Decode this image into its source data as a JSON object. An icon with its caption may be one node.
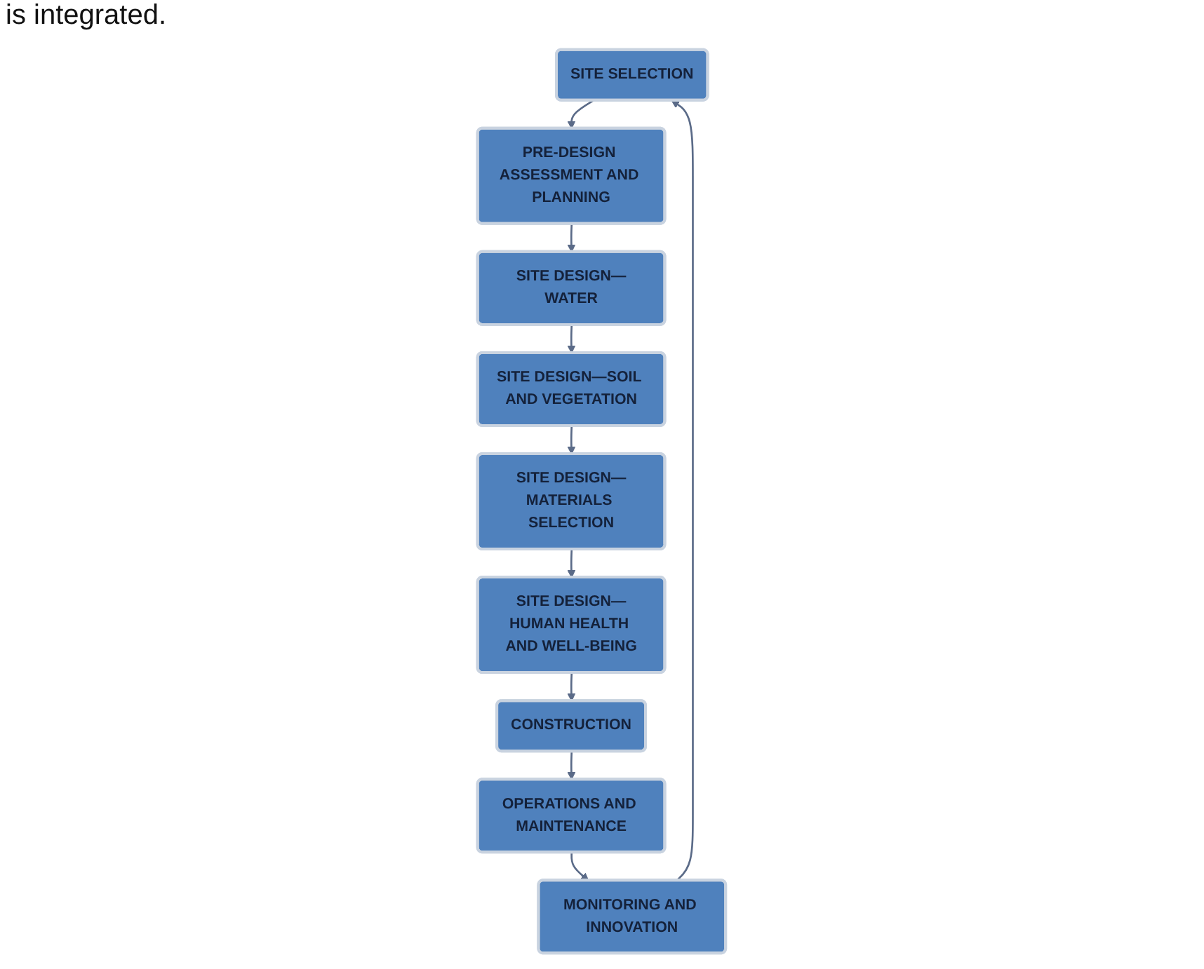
{
  "diagram": {
    "nodes": [
      {
        "text": [
          "SITE SELECTION"
        ]
      },
      {
        "text": [
          "MONITORING AND INNOVATION"
        ]
      },
      {
        "text": [
          "PRE-DESIGN ASSESSMENT AND PLANNING"
        ]
      },
      {
        "text": [
          "SITE DESIGN—WATER"
        ]
      },
      {
        "text": [
          "OPERATIONS AND MAINTENANCE"
        ]
      },
      {
        "text": [
          "CONSTRUCTION"
        ]
      },
      {
        "text": [
          "SITE DESIGN—SOIL AND VEGETATION"
        ]
      },
      {
        "text": [
          "SITE DESIGN—HUMAN HEALTH AND WELL-BEING"
        ]
      },
      {
        "text": [
          "SITE DESIGN—MATERIALS SELECTION"
        ]
      }
    ],
    "edges": [
      {
        "from": 1,
        "to": 0,
        "arrow": "to"
      },
      {
        "from": 0,
        "to": 2,
        "arrow": "to"
      },
      {
        "from": 2,
        "to": 3,
        "arrow": "to"
      },
      {
        "from": 3,
        "to": 6,
        "arrow": "to"
      },
      {
        "from": 6,
        "to": 8,
        "arrow": "to"
      },
      {
        "from": 8,
        "to": 7,
        "arrow": "to"
      },
      {
        "from": 7,
        "to": 5,
        "arrow": "to"
      },
      {
        "from": 5,
        "to": 4,
        "arrow": "to"
      },
      {
        "from": 4,
        "to": 1,
        "arrow": "to"
      }
    ],
    "labels": [
      "is integrated."
    ]
  }
}
